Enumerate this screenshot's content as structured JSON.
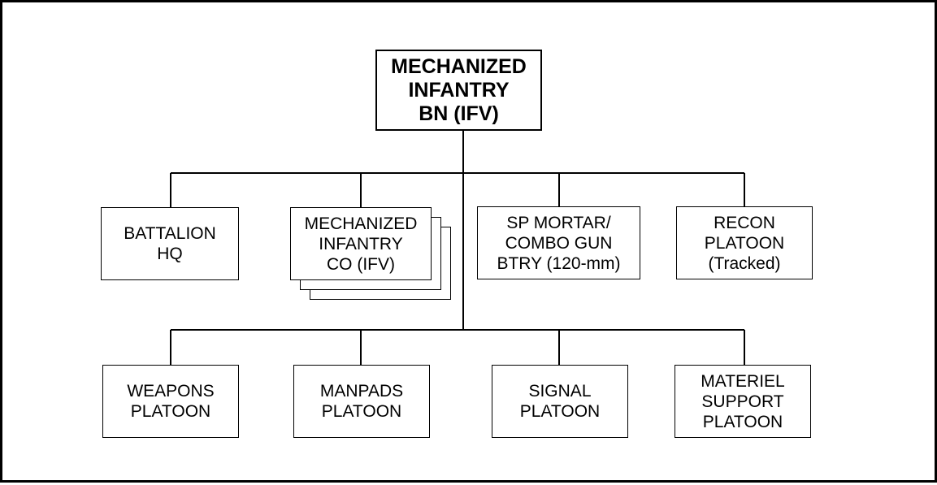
{
  "diagram": {
    "root": {
      "lines": [
        "MECHANIZED",
        "INFANTRY",
        "BN (IFV)"
      ]
    },
    "units": {
      "battalion_hq": {
        "lines": [
          "BATTALION",
          "HQ"
        ]
      },
      "mech_inf_co": {
        "lines": [
          "MECHANIZED",
          "INFANTRY",
          "CO (IFV)"
        ]
      },
      "sp_mortar": {
        "lines": [
          "SP MORTAR/",
          "COMBO GUN",
          "BTRY (120-mm)"
        ]
      },
      "recon": {
        "lines": [
          "RECON",
          "PLATOON",
          "(Tracked)"
        ]
      },
      "weapons": {
        "lines": [
          "WEAPONS",
          "PLATOON"
        ]
      },
      "manpads": {
        "lines": [
          "MANPADS",
          "PLATOON"
        ]
      },
      "signal": {
        "lines": [
          "SIGNAL",
          "PLATOON"
        ]
      },
      "materiel": {
        "lines": [
          "MATERIEL",
          "SUPPORT",
          "PLATOON"
        ]
      }
    },
    "edges": [
      [
        "root",
        "battalion_hq"
      ],
      [
        "root",
        "mech_inf_co"
      ],
      [
        "root",
        "sp_mortar"
      ],
      [
        "root",
        "recon"
      ],
      [
        "root",
        "weapons"
      ],
      [
        "root",
        "manpads"
      ],
      [
        "root",
        "signal"
      ],
      [
        "root",
        "materiel"
      ]
    ]
  }
}
